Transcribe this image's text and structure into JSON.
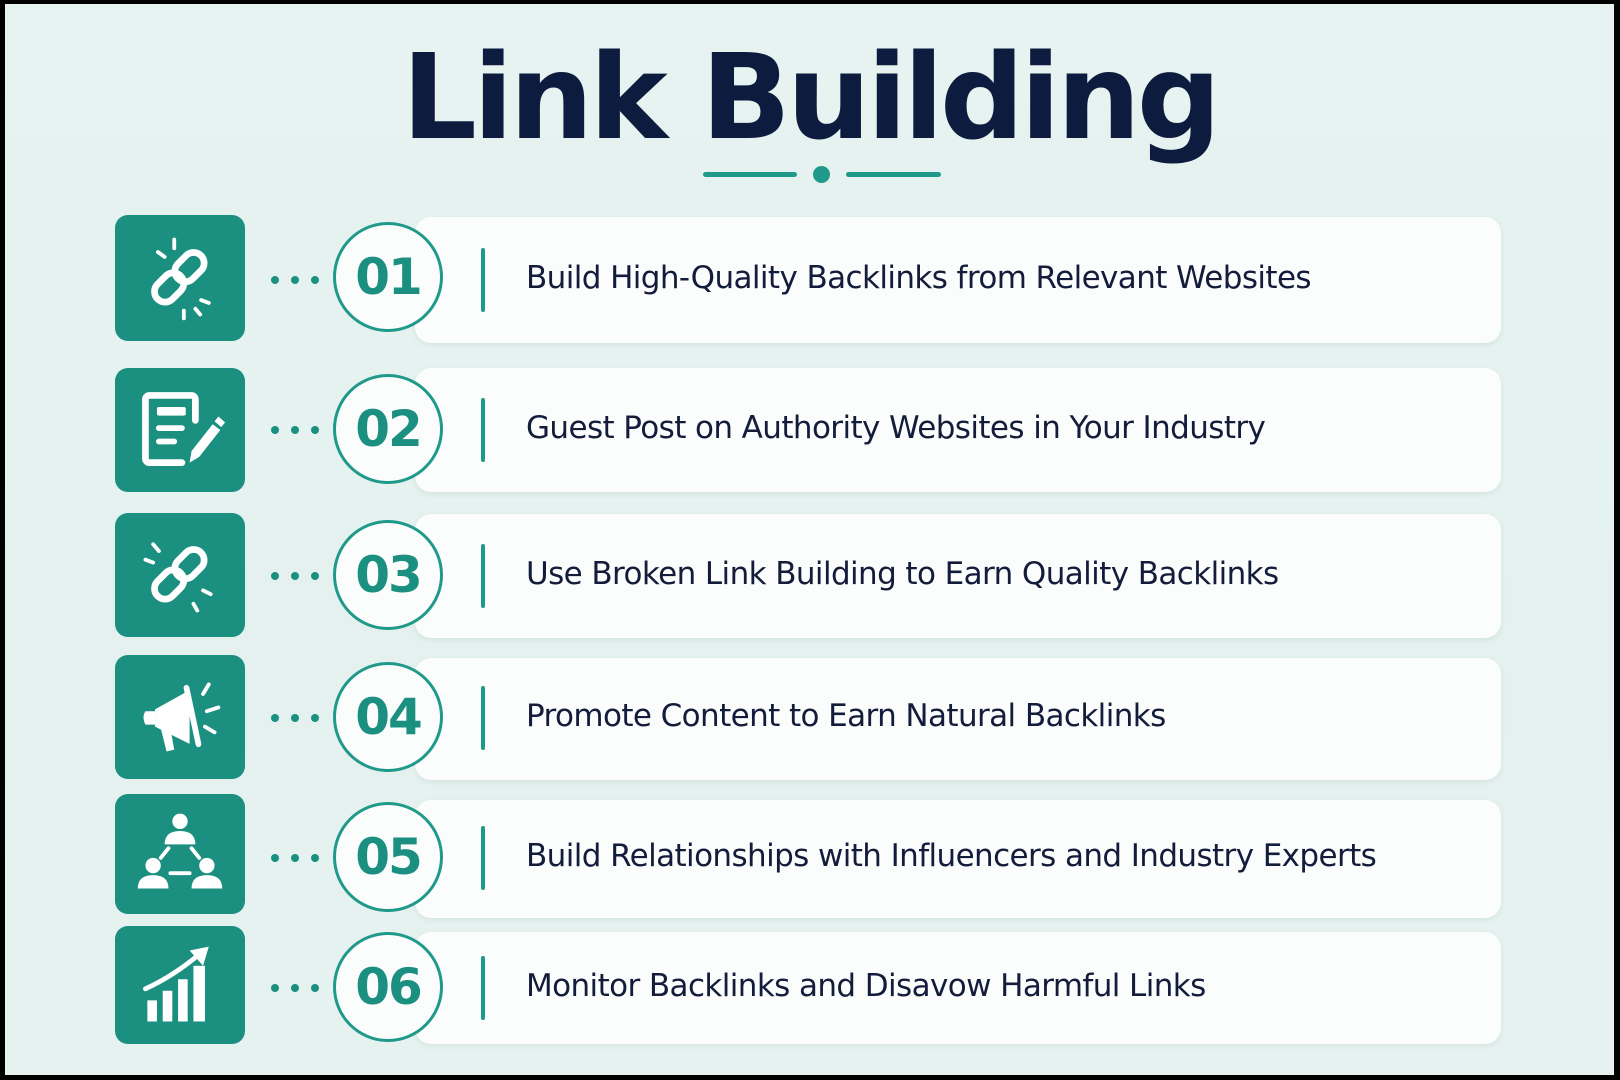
{
  "header": {
    "title": "Link Building"
  },
  "colors": {
    "accent": "#1b8f80",
    "title": "#0d1b3e",
    "background": "#e6f3f1",
    "card": "#fbfcfc"
  },
  "steps": [
    {
      "number": "01",
      "icon": "broken-link-icon",
      "text": "Build High-Quality Backlinks from Relevant Websites"
    },
    {
      "number": "02",
      "icon": "document-edit-icon",
      "text": "Guest Post on Authority Websites in Your Industry"
    },
    {
      "number": "03",
      "icon": "broken-link-icon",
      "text": "Use Broken Link Building to Earn Quality Backlinks"
    },
    {
      "number": "04",
      "icon": "megaphone-icon",
      "text": "Promote Content to Earn Natural Backlinks"
    },
    {
      "number": "05",
      "icon": "network-people-icon",
      "text": "Build Relationships with Influencers and Industry Experts"
    },
    {
      "number": "06",
      "icon": "growth-chart-icon",
      "text": "Monitor Backlinks and Disavow Harmful Links"
    }
  ]
}
